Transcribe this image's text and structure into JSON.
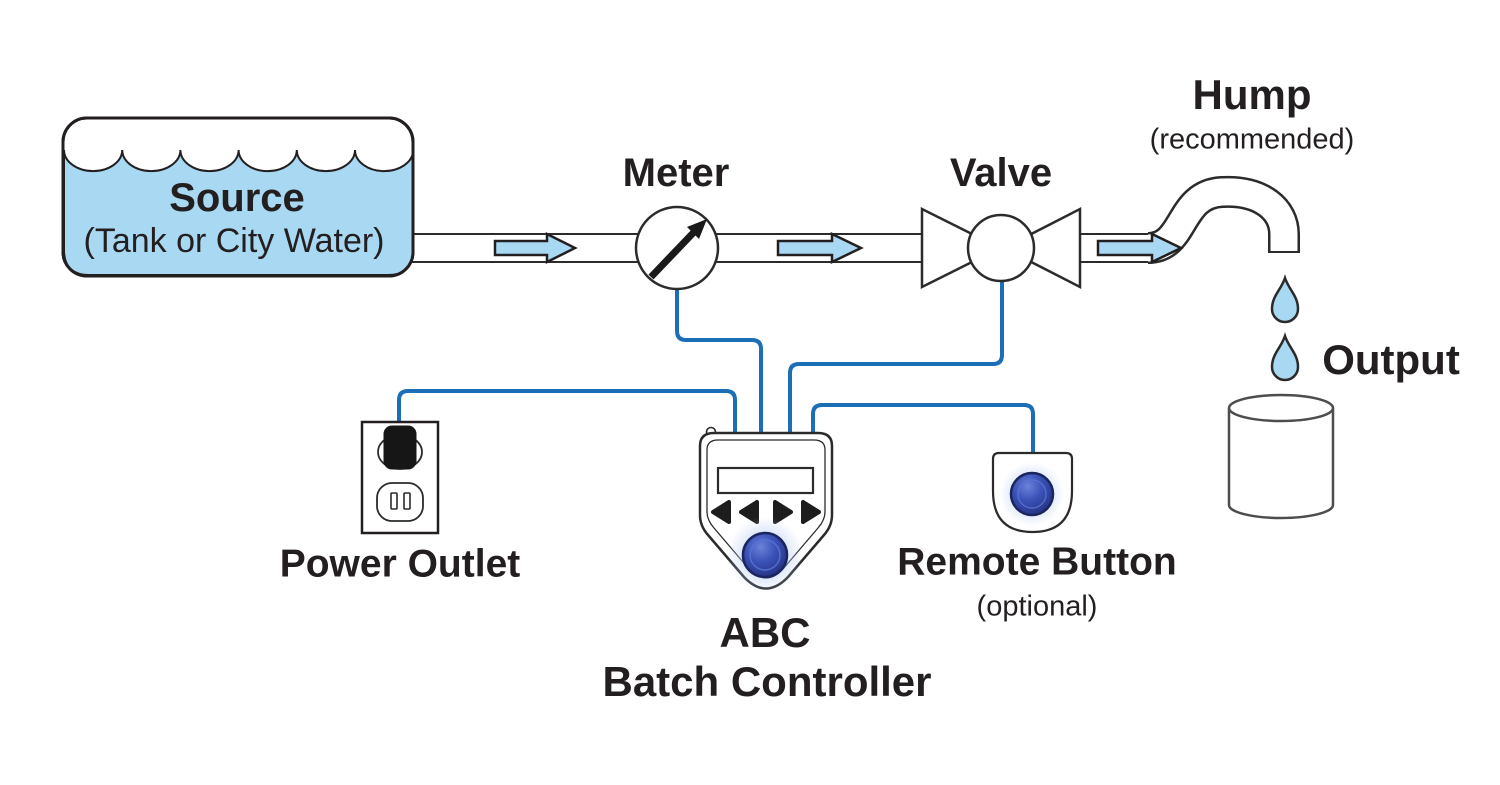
{
  "colors": {
    "water_blue": "#A9D8F2",
    "arrow_fill": "#A9D8F2",
    "wire_blue": "#1C6FB7",
    "outline_dark": "#231F20",
    "button_blue": "#3A50B5",
    "button_ring": "#1B2660",
    "cylinder_gray": "#4d4d4d"
  },
  "source": {
    "label": "Source",
    "sublabel": "(Tank or City Water)"
  },
  "meter": {
    "label": "Meter"
  },
  "valve": {
    "label": "Valve"
  },
  "hump": {
    "label": "Hump",
    "sublabel": "(recommended)"
  },
  "output": {
    "label": "Output"
  },
  "power_outlet": {
    "label": "Power Outlet"
  },
  "controller": {
    "label": "ABC",
    "sublabel": "Batch Controller"
  },
  "remote_button": {
    "label": "Remote Button",
    "sublabel": "(optional)"
  }
}
